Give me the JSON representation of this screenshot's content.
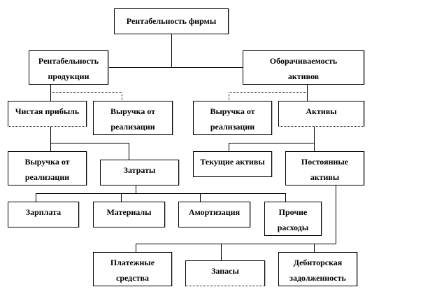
{
  "nodes": {
    "root": "Рентабельность фирмы",
    "product_profitability": "Рентабельность продукции",
    "asset_turnover": "Оборачиваемость активов",
    "net_profit": "Чистая прибыль",
    "revenue_left": "Выручка от реализации",
    "revenue_right": "Выручка от реализации",
    "assets": "Активы",
    "revenue_bottom": "Выручка от реализации",
    "costs": "Затраты",
    "current_assets": "Текущие активы",
    "fixed_assets": "Постоянные активы",
    "salary": "Зарплата",
    "materials": "Материалы",
    "depreciation": "Амортизация",
    "other_expenses": "Прочие расходы",
    "payment_means": "Платежные средства",
    "inventory": "Запасы",
    "receivables": "Дебиторская задолженность"
  }
}
